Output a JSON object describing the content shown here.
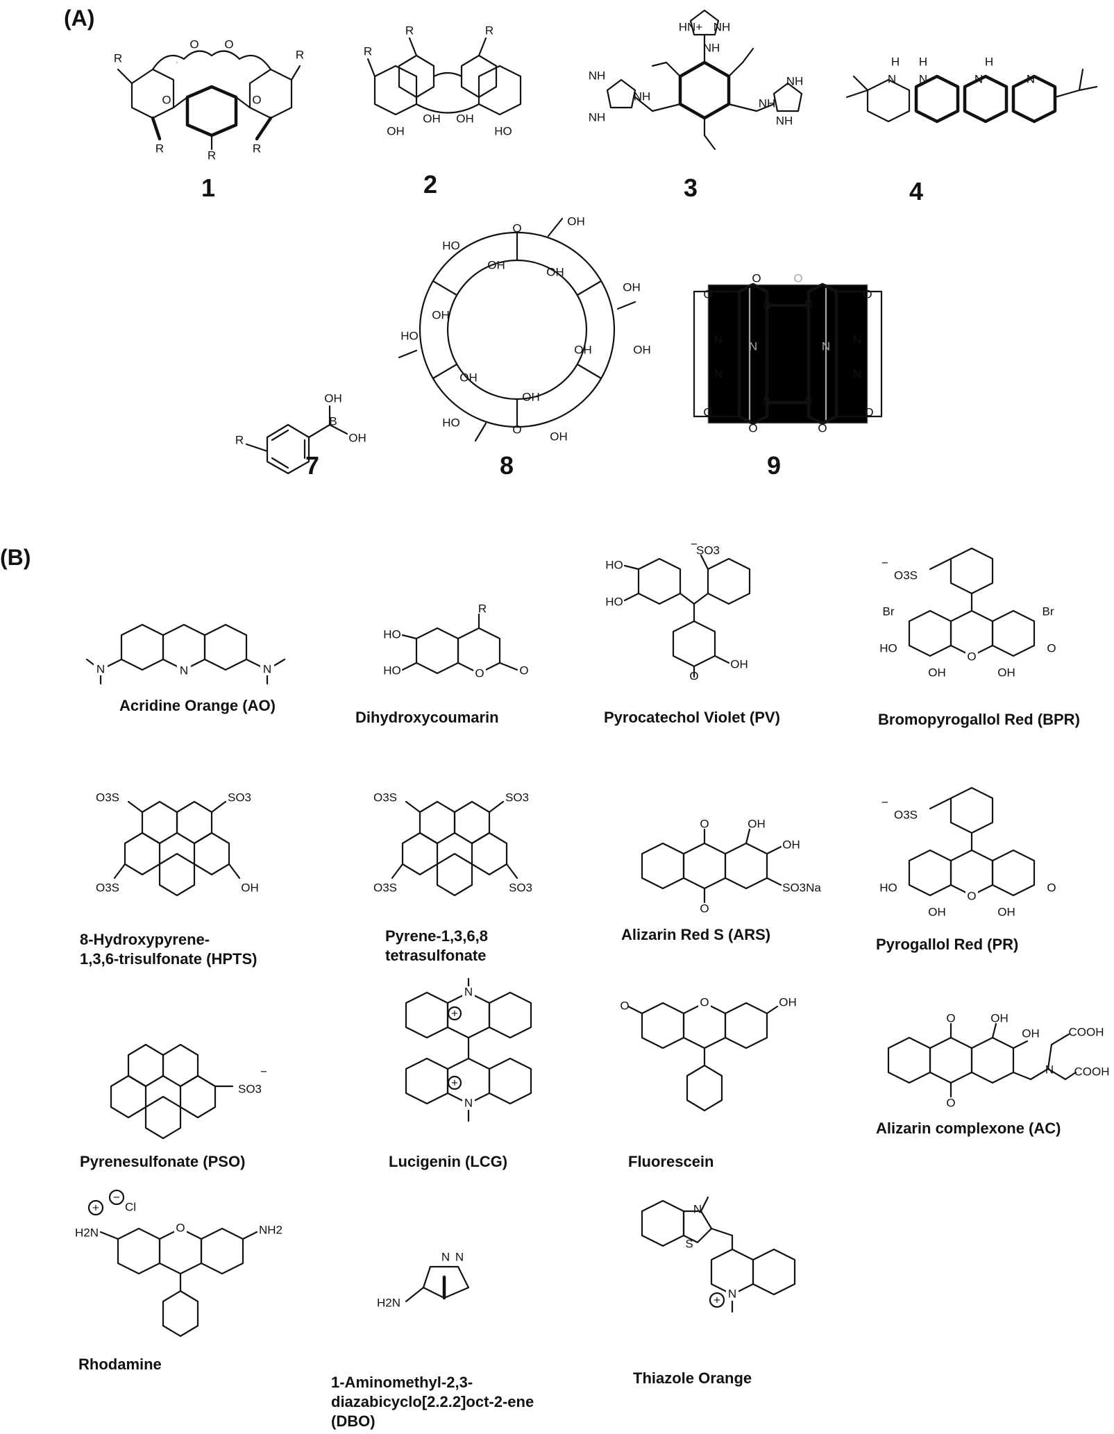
{
  "panels": {
    "a_label": "(A)",
    "b_label": "(B)"
  },
  "panel_a": {
    "compound_numbers": [
      "1",
      "2",
      "3",
      "4",
      "7",
      "8",
      "9"
    ],
    "atom_labels": {
      "R": "R",
      "OH": "OH",
      "HO": "HO",
      "O": "O",
      "N": "N",
      "B": "B",
      "HN_plus": "HN+",
      "NH": "NH",
      "H": "H",
      "plus": "+"
    }
  },
  "panel_b": {
    "dyes": [
      "Acridine Orange (AO)",
      "Dihydroxycoumarin",
      "Pyrocatechol Violet  (PV)",
      "Bromopyrogallol Red (BPR)",
      "8-Hydroxypyrene-\n1,3,6-trisulfonate (HPTS)",
      "Pyrene-1,3,6,8\ntetrasulfonate",
      "Alizarin Red S (ARS)",
      "Pyrogallol Red (PR)",
      "Pyrenesulfonate (PSO)",
      "Lucigenin (LCG)",
      "Fluorescein",
      "Alizarin complexone (AC)",
      "Rhodamine",
      "1-Aminomethyl-2,3-\ndiazabicyclo[2.2.2]oct-2-ene\n(DBO)",
      "Thiazole Orange"
    ],
    "atom_labels": {
      "N": "N",
      "O": "O",
      "R": "R",
      "HO": "HO",
      "OH": "OH",
      "Br": "Br",
      "SO3": "SO3",
      "O3S": "O3S",
      "SO3Na": "SO3Na",
      "COOH": "COOH",
      "H2N": "H2N",
      "NH2": "NH2",
      "Cl": "Cl",
      "S": "S",
      "minus": "−",
      "plus": "+"
    }
  }
}
